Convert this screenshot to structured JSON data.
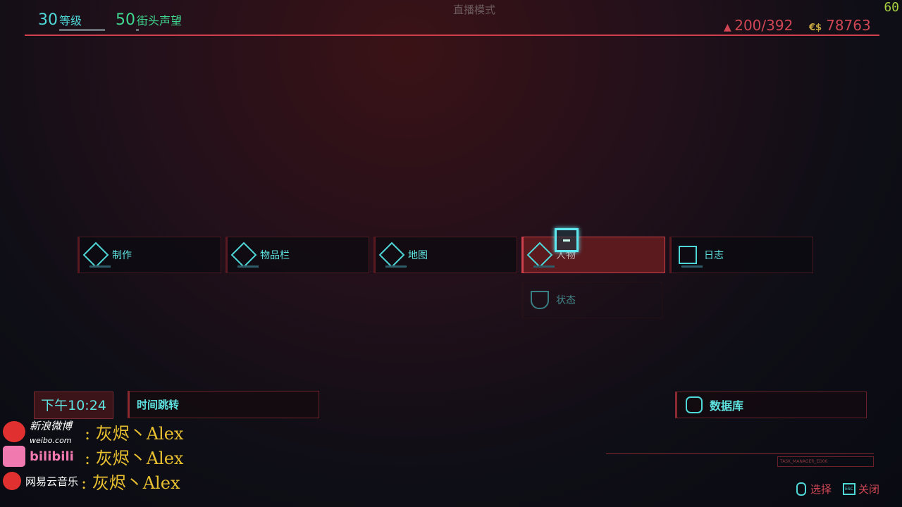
{
  "header": {
    "title": "直播模式",
    "level": "30",
    "level_label": "等级",
    "street_cred": "50",
    "street_cred_label": "街头声望",
    "weight": "200/392",
    "currency_symbol": "€$",
    "money": "78763",
    "fps": "60"
  },
  "menu": {
    "tiles": [
      {
        "label": "制作",
        "icon": "crafting-icon"
      },
      {
        "label": "物品栏",
        "icon": "inventory-icon"
      },
      {
        "label": "地图",
        "icon": "map-icon"
      },
      {
        "label": "人物",
        "icon": "character-icon",
        "active": true
      },
      {
        "label": "日志",
        "icon": "journal-icon"
      }
    ],
    "submenu": {
      "label": "状态",
      "icon": "stats-icon"
    }
  },
  "bottom": {
    "time": "下午10:24",
    "time_skip": "时间跳转",
    "database": "数据库",
    "task_manager": "TASK_MANAGER_ED06",
    "select": "选择",
    "esc_key": "ESC",
    "close": "关闭"
  },
  "overlay": [
    {
      "platform": "新浪微博",
      "sub": "weibo.com",
      "name": ": 灰烬丶Alex"
    },
    {
      "platform": "bilibili",
      "name": ": 灰烬丶Alex"
    },
    {
      "platform": "网易云音乐",
      "name": ": 灰烬丶Alex"
    }
  ],
  "colors": {
    "accent": "#5fe3e0",
    "red": "#d04654",
    "gold": "#e8c030"
  }
}
